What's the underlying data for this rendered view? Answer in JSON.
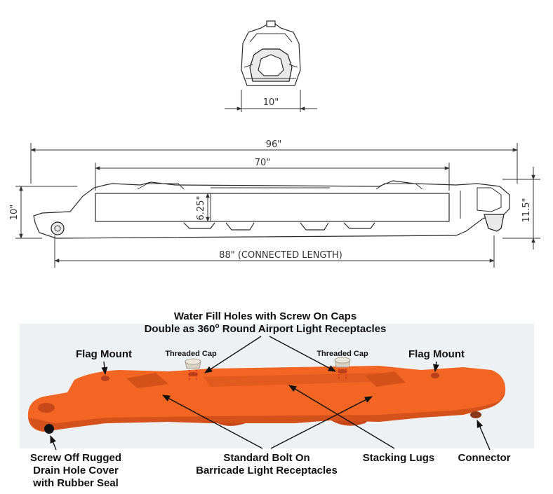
{
  "colors": {
    "barricade": "#f26522",
    "barricade_dark": "#c9481a",
    "backdrop": "#eef1f4",
    "line": "#333333"
  },
  "dimensions": {
    "end_width": "10\"",
    "overall_length": "96\"",
    "inner_length": "70\"",
    "height_left": "10\"",
    "inner_height": "6.25\"",
    "height_right": "11.5\"",
    "connected_length": "88\" (CONNECTED LENGTH)"
  },
  "callouts": {
    "water_fill_line1": "Water Fill Holes with Screw On Caps",
    "water_fill_line2_prefix": "Double as 360",
    "water_fill_line2_sup": "o",
    "water_fill_line2_suffix": " Round Airport Light Receptacles",
    "threaded_cap_left": "Threaded Cap",
    "threaded_cap_right": "Threaded Cap",
    "flag_mount_left": "Flag Mount",
    "flag_mount_right": "Flag Mount",
    "drain_line1": "Screw Off Rugged",
    "drain_line2": "Drain Hole Cover",
    "drain_line3": "with Rubber Seal",
    "bolt_line1": "Standard Bolt On",
    "bolt_line2": "Barricade Light Receptacles",
    "stacking_lugs": "Stacking Lugs",
    "connector": "Connector"
  }
}
